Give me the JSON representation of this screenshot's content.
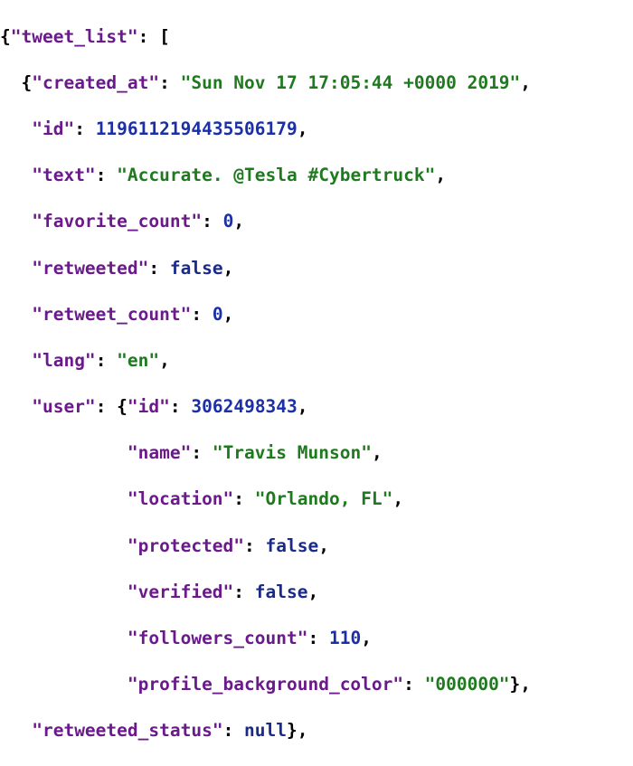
{
  "colors": {
    "key": "#6a1a8a",
    "string": "#1f7a1f",
    "number": "#1a2fa8",
    "keyword": "#1a2a8a",
    "punctuation": "#000000",
    "background": "#ffffff"
  },
  "json": {
    "root_key": "\"tweet_list\"",
    "tweet": {
      "created_at_key": "\"created_at\"",
      "created_at_val": "\"Sun Nov 17 17:05:44 +0000 2019\"",
      "id_key": "\"id\"",
      "id_val": "1196112194435506179",
      "text_key": "\"text\"",
      "text_val": "\"Accurate. @Tesla #Cybertruck\"",
      "favorite_count_key": "\"favorite_count\"",
      "favorite_count_val": "0",
      "retweeted_key": "\"retweeted\"",
      "retweeted_val": "false",
      "retweet_count_key": "\"retweet_count\"",
      "retweet_count_val": "0",
      "lang_key": "\"lang\"",
      "lang_val": "\"en\"",
      "user_key": "\"user\"",
      "user": {
        "id_key": "\"id\"",
        "id_val": "3062498343",
        "name_key": "\"name\"",
        "name_val": "\"Travis Munson\"",
        "location_key": "\"location\"",
        "location_val": "\"Orlando, FL\"",
        "protected_key": "\"protected\"",
        "protected_val": "false",
        "verified_key": "\"verified\"",
        "verified_val": "false",
        "followers_count_key": "\"followers_count\"",
        "followers_count_val": "110",
        "profile_background_color_key": "\"profile_background_color\"",
        "profile_background_color_val": "\"000000\""
      },
      "retweeted_status_key": "\"retweeted_status\"",
      "retweeted_status_val": "null"
    }
  }
}
